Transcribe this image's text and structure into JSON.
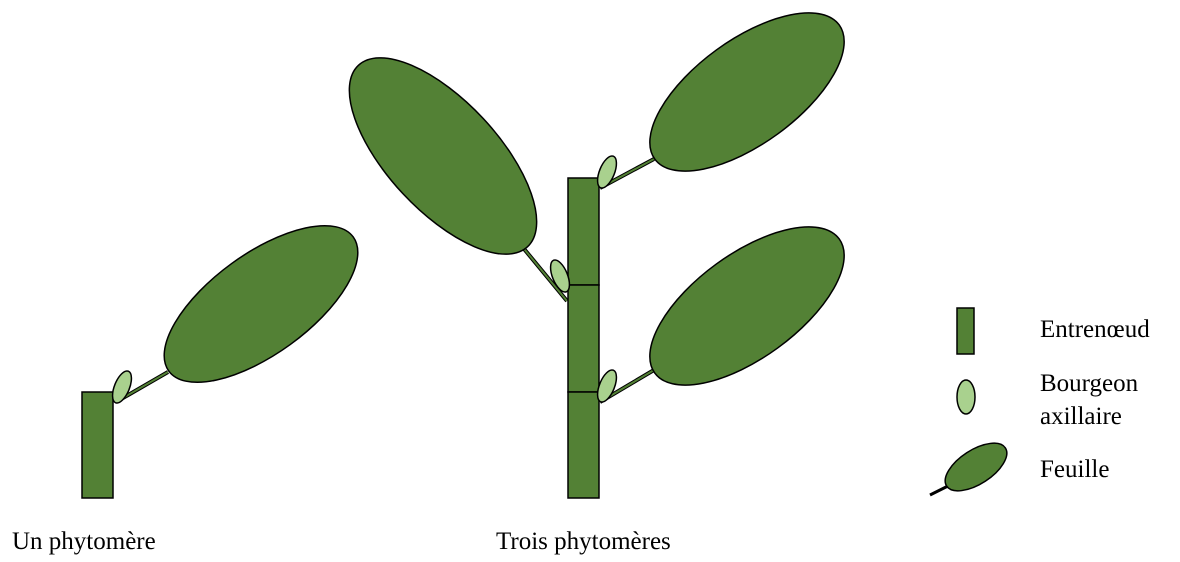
{
  "colors": {
    "leaf_fill": "#538135",
    "bud_fill": "#a9d18e",
    "outline": "#000000"
  },
  "captions": {
    "one_phytomer": "Un phytomère",
    "three_phytomers": "Trois phytomères"
  },
  "legend": {
    "internode": "Entrenœud",
    "bud_line1": "Bourgeon",
    "bud_line2": "axillaire",
    "leaf": "Feuille"
  }
}
